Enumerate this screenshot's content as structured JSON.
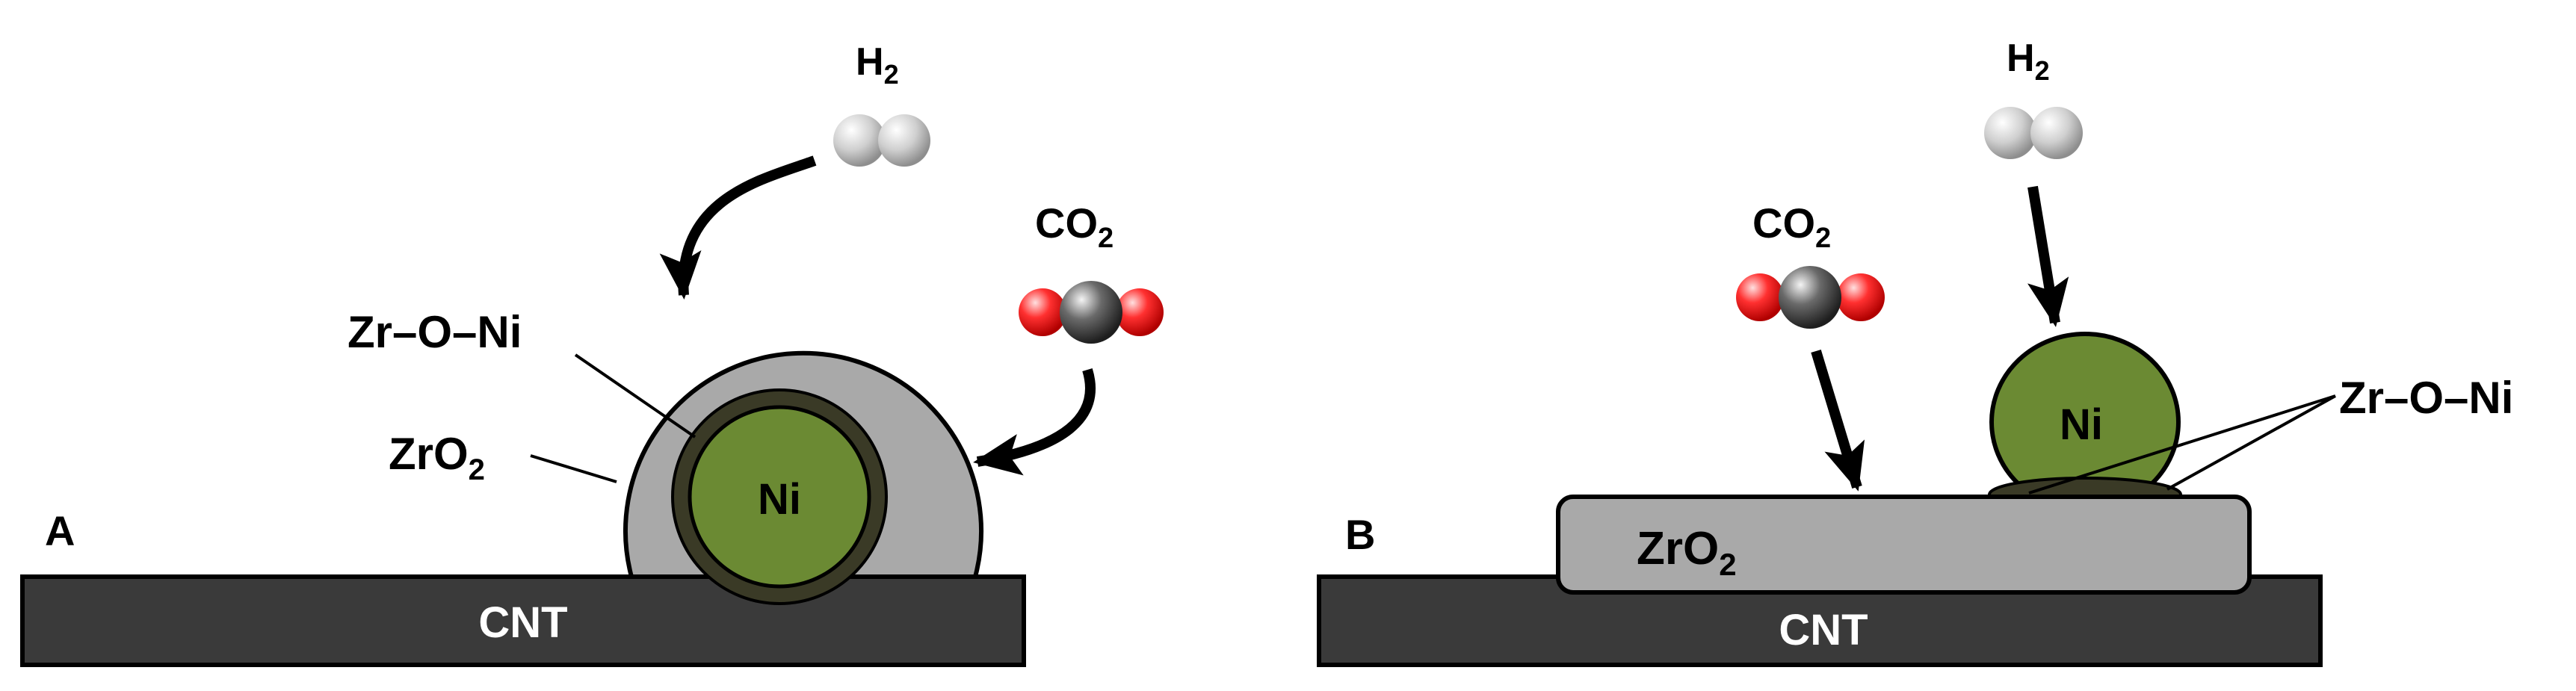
{
  "panels": {
    "a": {
      "panel_label": "A",
      "substrate_label": "CNT",
      "ni_label": "Ni",
      "interface_label": "Zr–O–Ni",
      "support": {
        "base": "ZrO",
        "sub": "2"
      },
      "h2": {
        "base": "H",
        "sub": "2"
      },
      "co2": {
        "base": "CO",
        "sub": "2"
      }
    },
    "b": {
      "panel_label": "B",
      "substrate_label": "CNT",
      "ni_label": "Ni",
      "interface_label": "Zr–O–Ni",
      "support": {
        "base": "ZrO",
        "sub": "2"
      },
      "h2": {
        "base": "H",
        "sub": "2"
      },
      "co2": {
        "base": "CO",
        "sub": "2"
      }
    }
  },
  "colors": {
    "cnt": "#3a3a3a",
    "zro2": "#a9a9a9",
    "ni": "#6b8a33",
    "interface": "#3a3a26",
    "hydrogen_atom": "#c8c8c8",
    "oxygen_atom": "#e51c23",
    "carbon_atom": "#555555",
    "arrow": "#000000"
  }
}
